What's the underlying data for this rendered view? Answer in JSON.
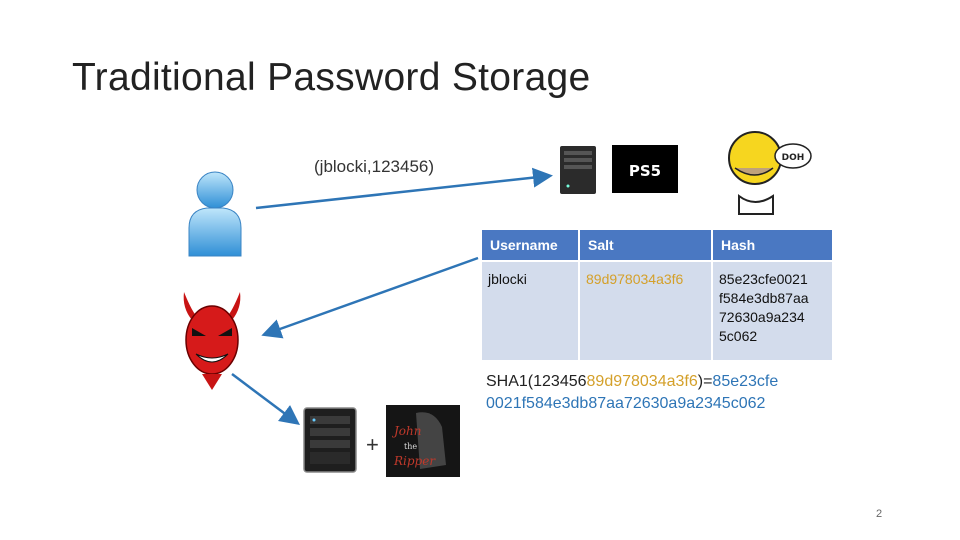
{
  "slide": {
    "title": "Traditional Password Storage",
    "credentials_label": "(jblocki,123456)",
    "table": {
      "headers": [
        "Username",
        "Salt",
        "Hash"
      ],
      "rows": [
        {
          "username": "jblocki",
          "salt": "89d978034a3f6",
          "hash_lines": [
            "85e23cfe0021",
            "f584e3db87aa",
            "72630a9a234",
            "5c062"
          ]
        }
      ]
    },
    "formula": {
      "prefix": "SHA1(123456",
      "salt": "89d978034a3f6",
      "mid": ")=",
      "hash_line1": "85e23cfe",
      "hash_line2": "0021f584e3db87aa72630a9a2345c062"
    },
    "plus_sign": "+",
    "ps5_logo_text": "PS5",
    "homer_bubble_text": "DOH",
    "john_ripper_logo": {
      "line1": "John",
      "line2": "the",
      "line3": "Ripper"
    },
    "page_number": "2"
  },
  "colors": {
    "table_header_bg": "#4a78c2",
    "table_cell_bg": "#d3dcec",
    "salt_color": "#d4a02a",
    "hash_color": "#2e75b6",
    "arrow_color": "#2e75b6"
  },
  "icons": [
    "user-icon",
    "server-icon",
    "ps5-logo",
    "homer-icon",
    "devil-icon",
    "server-rack-icon",
    "john-the-ripper-logo"
  ]
}
